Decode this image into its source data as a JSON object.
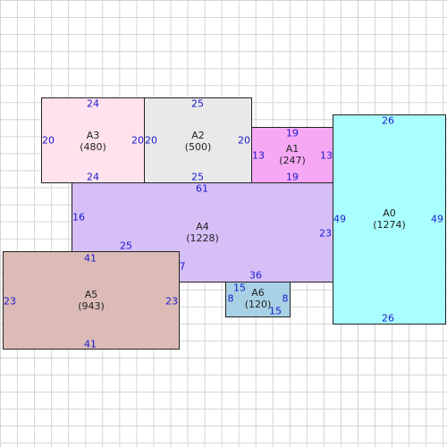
{
  "rects": {
    "a0": {
      "name": "A0",
      "area": "(1274)",
      "color": "#a9ffff",
      "top": "26",
      "bottom": "26",
      "left": "49",
      "right": "49"
    },
    "a1": {
      "name": "A1",
      "area": "(247)",
      "color": "#f7a8f5",
      "top": "19",
      "bottom": "19",
      "left": "13",
      "right": "13"
    },
    "a2": {
      "name": "A2",
      "area": "(500)",
      "color": "#e9e9e9",
      "top": "25",
      "bottom": "25",
      "left": "20",
      "right": "20"
    },
    "a3": {
      "name": "A3",
      "area": "(480)",
      "color": "#ffe2ee",
      "top": "24",
      "bottom": "24",
      "left": "20",
      "right": "20"
    },
    "a4": {
      "name": "A4",
      "area": "(1228)",
      "color": "#d6bef7",
      "top": "61",
      "left": "16",
      "right": "23",
      "bottom_right": "36",
      "inner_top": "25",
      "inner_left": "7"
    },
    "a5": {
      "name": "A5",
      "area": "(943)",
      "color": "#dcbbb7",
      "top": "41",
      "bottom": "41",
      "left": "23",
      "right": "23"
    },
    "a6": {
      "name": "A6",
      "area": "(120)",
      "color": "#a9d1e5",
      "top": "15",
      "bottom": "15",
      "left": "8",
      "right": "8"
    }
  }
}
